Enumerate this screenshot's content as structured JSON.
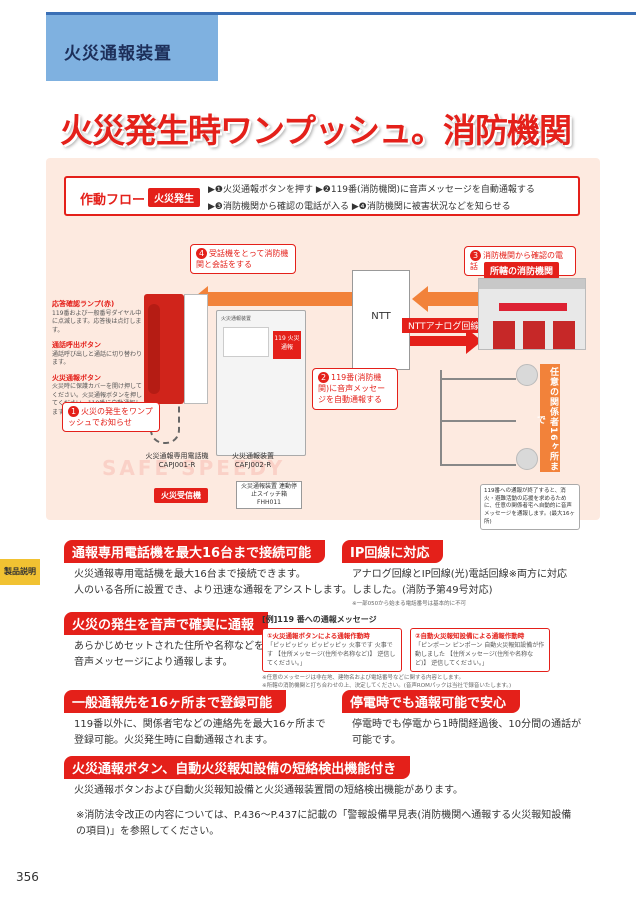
{
  "section_title": "火災通報装置",
  "headline": "火災発生時ワンプッシュ。消防機関",
  "diagram": {
    "flow_title": "作動フロー",
    "flow_badge": "火災発生",
    "flow_step1": "▶❶火災通報ボタンを押す ▶❷119番(消防機関)に音声メッセージを自動通報する",
    "flow_step2": "▶❸消防機関から確認の電話が入る ▶❹消防機関に被害状況などを知らせる",
    "callout_4": "受話機をとって消防機関と会話をする",
    "callout_3": "消防機関から確認の電話",
    "callout_2": "119番(消防機関)に音声メッセージを自動通報する",
    "callout_1": "火災の発生をワンプッシュでお知らせ",
    "ntt": "NTT",
    "ntt_line": "NTTアナログ回線",
    "station": "所轄の消防機関",
    "lamp_head": "応答確認ランプ(赤)",
    "lamp_text": "119番および一般番号ダイヤル中に点滅します。応答後は点灯します。",
    "call_btn_head": "通話呼出ボタン",
    "call_btn_text": "通話呼び出しと通話に切り替わります。",
    "fire_btn_head": "火災通報ボタン",
    "fire_btn_text": "火災時に保護カバーを開け押してください。火災通報ボタンを押してください。119番に自動通報します。",
    "phone_label": "火災通報専用電話機 CAPJ001-R",
    "device_label": "火災通報装置 CAFJ002-R",
    "device_screen_title": "火災通報装置",
    "device_button": "119 火災通報",
    "receiver": "火災受信機",
    "switch_label": "火災通報装置 連動停止スイッチ箱 FHH011",
    "vertical_badge": "任意の関係者16ヶ所まで",
    "bottom_note": "119番への通報が終了すると、消火・避難活動の応援を求めるために、任意の関係者宅へ自動的に音声メッセージを通報します。(最大16ヶ所)",
    "safe_text": "SAFE SPEEDY"
  },
  "side_label": "製品説明",
  "features": {
    "f1_head": "通報専用電話機を最大16台まで接続可能",
    "f1_body1": "火災通報専用電話機を最大16台まで接続できます。",
    "f1_body2": "人のいる各所に設置でき、より迅速な通報をアシストします。",
    "f2_head": "IP回線に対応",
    "f2_body1": "アナログ回線とIP回線(光)電話回線※両方に対応",
    "f2_body2": "しました。(消防予第49号対応)",
    "f2_note": "※一部050から始まる電話番号は基本的に不可",
    "f3_head": "火災の発生を音声で確実に通報",
    "f3_body1": "あらかじめセットされた住所や名称などを、",
    "f3_body2": "音声メッセージにより通報します。",
    "f4_head": "一般通報先を16ヶ所まで登録可能",
    "f4_body1": "119番以外に、関係者宅などの連絡先を最大16ヶ所まで",
    "f4_body2": "登録可能。火災発生時に自動通報されます。",
    "f5_head": "停電時でも通報可能で安心",
    "f5_body1": "停電時でも停電から1時間経過後、10分間の通話が",
    "f5_body2": "可能です。",
    "f6_head": "火災通報ボタン、自動火災報知設備の短絡検出機能付き",
    "f6_body": "火災通報ボタンおよび自動火災報知設備と火災通報装置間の短絡検出機能があります。"
  },
  "example": {
    "title": "[例]119 番への通報メッセージ",
    "card1_title": "①火災通報ボタンによる通報作動時",
    "card1_text": "「ピッピッピッ ピッピッピッ 火事です 火事です 【住所メッセージ(住所や名称など)】 逆信してください。」",
    "card2_title": "②自動火災報知設備による通報作動時",
    "card2_text": "「ピンポーン ピンポーン 自動火災報知設備が作動しました 【住所メッセージ(住所や名称など)】 逆信してください。」",
    "foot1": "※任意のメッセージは非在地、建物名および電話番号などに関する内容とします。",
    "foot2": "※所轄の消防機関と打ち合わせの上、決定してください。(音声ROMパックは当社で録音いたします。)"
  },
  "footnote": "※消防法令改正の内容については、P.436～P.437に記載の「警報設備早見表(消防機関へ通報する火災報知設備の項目)」を参照してください。",
  "page_number": "356"
}
